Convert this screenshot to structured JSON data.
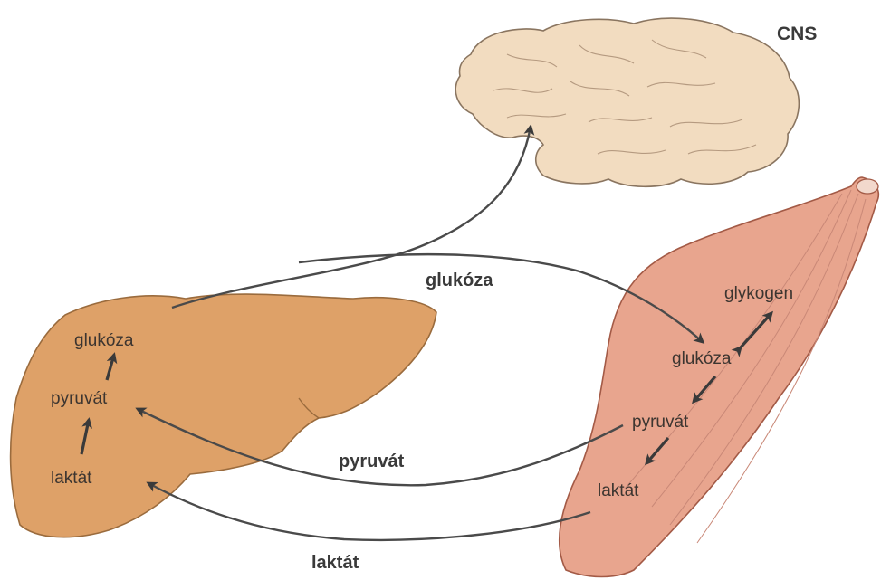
{
  "organs": {
    "cns": {
      "label": "CNS",
      "color": "#f2dcc0"
    },
    "liver": {
      "color": "#dea168"
    },
    "muscle": {
      "color": "#e8a58e"
    }
  },
  "liver_labels": {
    "glucose": "glukóza",
    "pyruvate": "pyruvát",
    "lactate": "laktát"
  },
  "muscle_labels": {
    "glycogen": "glykogen",
    "glucose": "glukóza",
    "pyruvate": "pyruvát",
    "lactate": "laktát"
  },
  "path_labels": {
    "glucose": "glukóza",
    "pyruvate": "pyruvát",
    "lactate": "laktát"
  }
}
